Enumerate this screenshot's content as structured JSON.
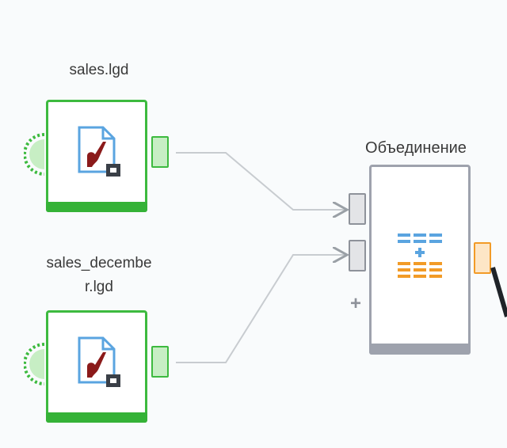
{
  "nodes": {
    "sales": {
      "label": "sales.lgd",
      "icon": "file-pipe-icon"
    },
    "sales_december": {
      "label_line1": "sales_decembe",
      "label_line2": "r.lgd",
      "icon": "file-pipe-icon"
    },
    "merge": {
      "label": "Объединение",
      "icon": "merge-rows-icon",
      "add_input_symbol": "+"
    }
  },
  "colors": {
    "source_accent": "#3dba3f",
    "merge_border": "#9ea2ad",
    "output_port": "#f29b27",
    "icon_blue": "#5aa4e0",
    "icon_orange": "#f29b27",
    "pipe_red": "#8b1a1a",
    "background": "#f9fbfc"
  }
}
